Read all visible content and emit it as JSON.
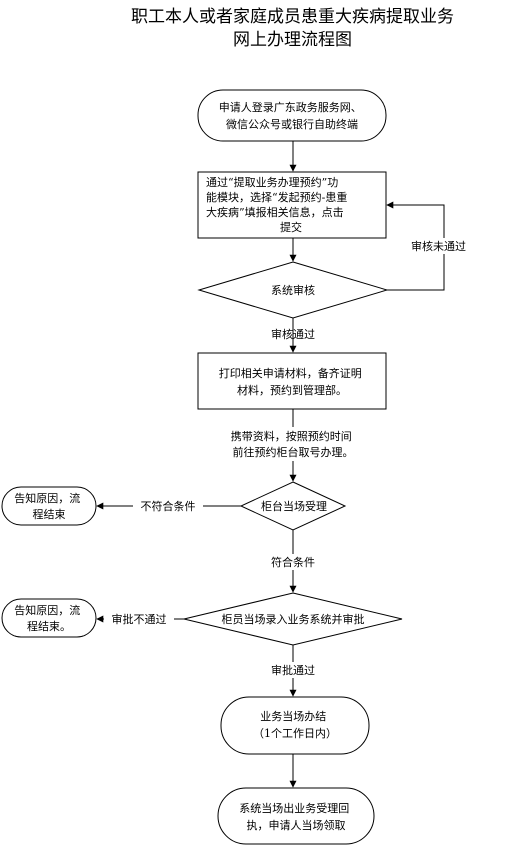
{
  "title": {
    "line1": "职工本人或者家庭成员患重大疾病提取业务",
    "line2": "网上办理流程图"
  },
  "nodes": {
    "start": [
      "申请人登录广东政务服务网、",
      "微信公众号或银行自助终端"
    ],
    "submit": [
      "通过“提取业务办理预约”功",
      "能模块，选择“发起预约-患重",
      "大疾病”填报相关信息，点击",
      "提交"
    ],
    "system_review": [
      "系统审核"
    ],
    "print": [
      "打印相关申请材料，备齐证明",
      "材料，预约到管理部。"
    ],
    "counter_accept": [
      "柜台当场受理"
    ],
    "reject_notice_1": [
      "告知原因，流",
      "程结束"
    ],
    "counter_entry": [
      "柜员当场录入业务系统并审批"
    ],
    "reject_notice_2": [
      "告知原因，流",
      "程结束。"
    ],
    "handle": [
      "业务当场办结",
      "（1个工作日内）"
    ],
    "receipt": [
      "系统当场出业务受理回",
      "执，申请人当场领取"
    ]
  },
  "edges": {
    "review_failed": "审核未通过",
    "review_passed": "审核通过",
    "bring_docs": [
      "携带资料，按照预约时间",
      "前往预约柜台取号办理。"
    ],
    "not_qualified": "不符合条件",
    "qualified": "符合条件",
    "approval_failed": "审批不通过",
    "approval_passed": "审批通过"
  }
}
